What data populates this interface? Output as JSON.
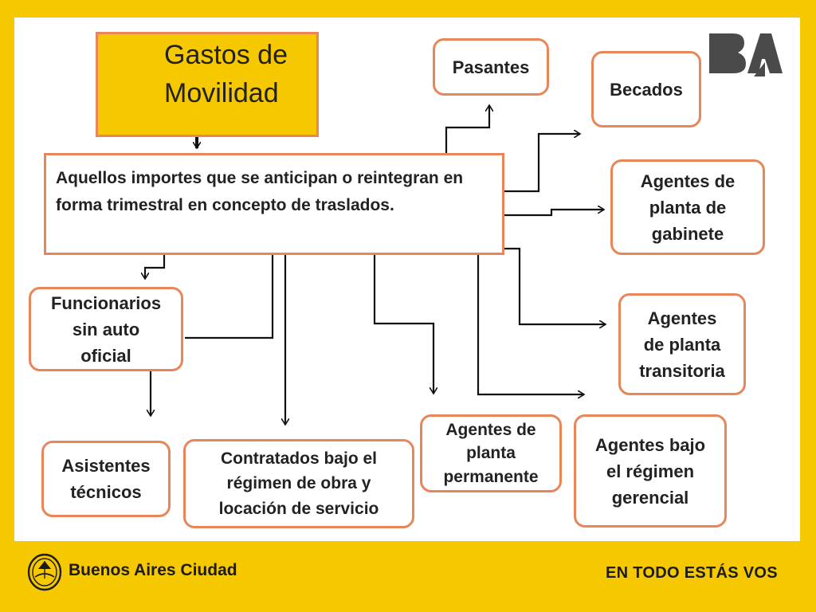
{
  "title": "Gastos de Movilidad",
  "definition": "Aquellos importes que se anticipan o reintegran en forma trimestral en concepto de traslados.",
  "categories": [
    {
      "id": "pasantes",
      "lines": [
        "Pasantes"
      ]
    },
    {
      "id": "becados",
      "lines": [
        "Becados"
      ]
    },
    {
      "id": "gabinete",
      "lines": [
        "Agentes de",
        "planta de",
        "gabinete"
      ]
    },
    {
      "id": "funcionarios",
      "lines": [
        "Funcionarios",
        "sin auto",
        "oficial"
      ]
    },
    {
      "id": "transitoria",
      "lines": [
        "Agentes",
        "de planta",
        "transitoria"
      ]
    },
    {
      "id": "asistentes",
      "lines": [
        "Asistentes",
        "técnicos"
      ]
    },
    {
      "id": "contratados",
      "lines": [
        "Contratados bajo el",
        "régimen de obra y",
        "locación de servicio"
      ]
    },
    {
      "id": "permanente",
      "lines": [
        "Agentes de",
        "planta",
        "permanente"
      ]
    },
    {
      "id": "gerencial",
      "lines": [
        "Agentes bajo",
        "el régimen",
        "gerencial"
      ]
    }
  ],
  "brand": {
    "logo_text": "BA",
    "city_name": "Buenos Aires Ciudad",
    "slogan": "EN TODO ESTÁS VOS"
  },
  "colors": {
    "brand_yellow": "#f6c800",
    "box_border": "#e8865a",
    "text": "#222222"
  }
}
